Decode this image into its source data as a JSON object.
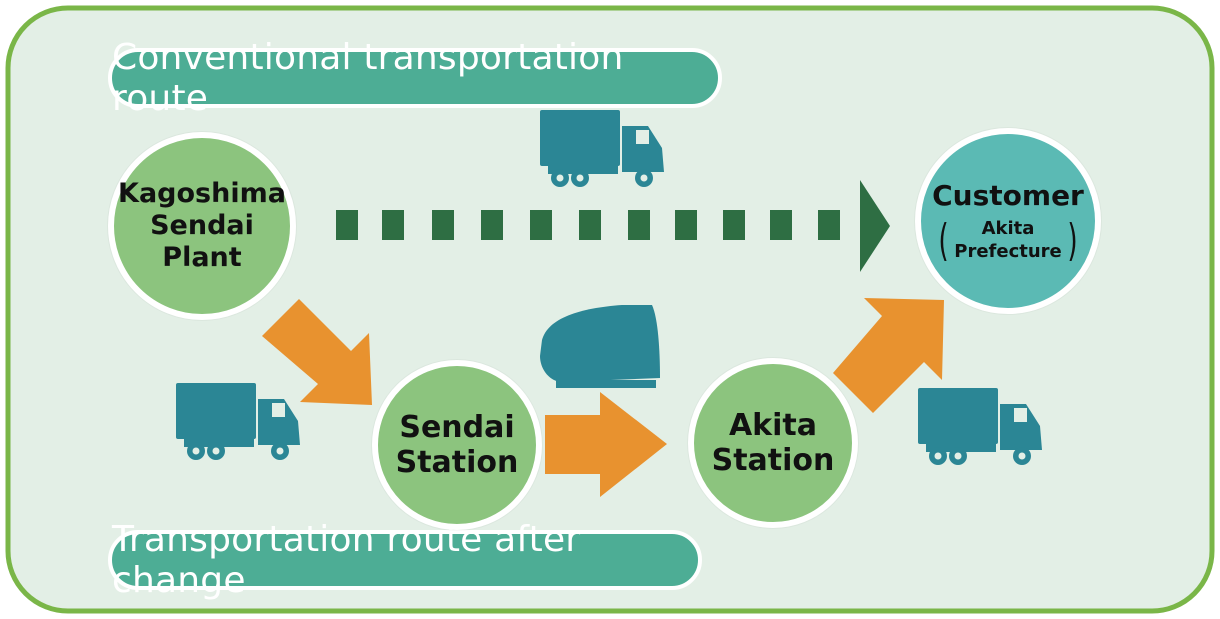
{
  "labels": {
    "conventional": "Conventional transportation route",
    "after_change": "Transportation route after change"
  },
  "nodes": {
    "plant": {
      "lines": [
        "Kagoshima",
        "Sendai",
        "Plant"
      ]
    },
    "sendai_station": {
      "lines": [
        "Sendai",
        "Station"
      ]
    },
    "akita_station": {
      "lines": [
        "Akita",
        "Station"
      ]
    },
    "customer": {
      "title": "Customer",
      "sub": [
        "Akita",
        "Prefecture"
      ]
    }
  },
  "icons": [
    "truck-icon",
    "train-icon"
  ],
  "colors": {
    "background": "#e3efe6",
    "frame": "#7ab648",
    "node_green": "#8cc47e",
    "node_teal": "#5bbab4",
    "label_pill": "#4dad95",
    "dashed_arrow": "#2e6e43",
    "route_arrow": "#e8922f",
    "vehicle": "#2b8695"
  }
}
